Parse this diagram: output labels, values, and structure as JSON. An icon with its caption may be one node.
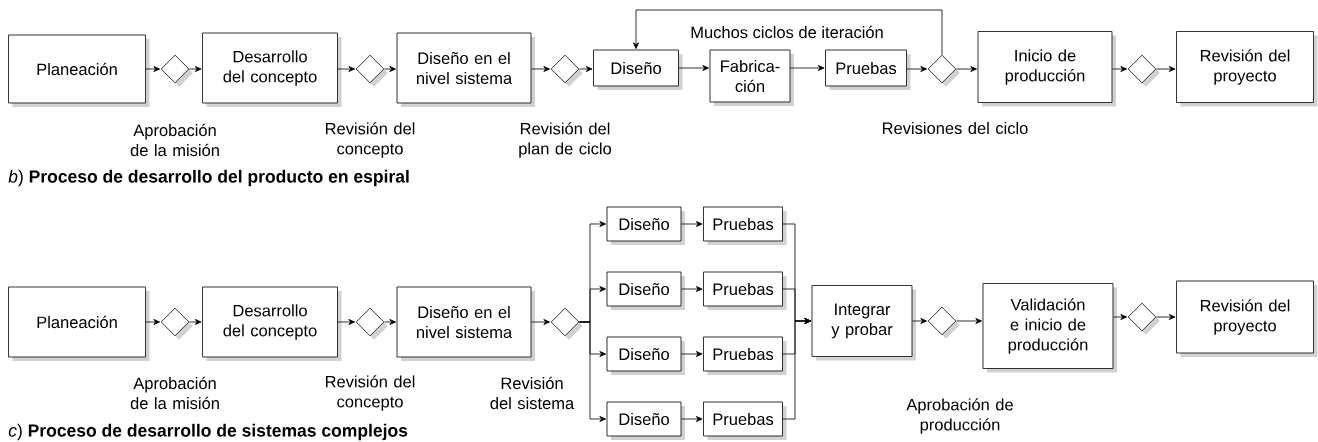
{
  "diagram": {
    "nodes": [
      {
        "text": [
          "Planeación"
        ]
      },
      {
        "text": [],
        "shape": "diamond"
      },
      {
        "text": [
          "Desarrollo del concepto"
        ]
      },
      {
        "text": [],
        "shape": "diamond"
      },
      {
        "text": [
          "Diseño en el nivel sistema"
        ]
      },
      {
        "text": [],
        "shape": "diamond"
      },
      {
        "text": [
          "Diseño"
        ]
      },
      {
        "text": [
          "Fabrica- ción"
        ]
      },
      {
        "text": [
          "Pruebas"
        ]
      },
      {
        "text": [],
        "shape": "diamond"
      },
      {
        "text": [
          "Inicio de producción"
        ]
      },
      {
        "text": [],
        "shape": "diamond"
      },
      {
        "text": [
          "Revisión del proyecto"
        ]
      },
      {
        "text": [
          "Planeación"
        ]
      },
      {
        "text": [],
        "shape": "diamond"
      },
      {
        "text": [
          "Desarrollo del concepto"
        ]
      },
      {
        "text": [],
        "shape": "diamond"
      },
      {
        "text": [
          "Diseño en el nivel sistema"
        ]
      },
      {
        "text": [],
        "shape": "diamond"
      },
      {
        "text": [
          "Diseño"
        ]
      },
      {
        "text": [
          "Pruebas"
        ]
      },
      {
        "text": [
          "Diseño"
        ]
      },
      {
        "text": [
          "Pruebas"
        ]
      },
      {
        "text": [
          "Diseño"
        ]
      },
      {
        "text": [
          "Pruebas"
        ]
      },
      {
        "text": [
          "Diseño"
        ]
      },
      {
        "text": [
          "Pruebas"
        ]
      },
      {
        "text": [
          "Integrar y probar"
        ]
      },
      {
        "text": [],
        "shape": "diamond"
      },
      {
        "text": [
          "Validación e inicio de producción"
        ]
      },
      {
        "text": [],
        "shape": "diamond"
      },
      {
        "text": [
          "Revisión del proyecto"
        ]
      }
    ],
    "edges": [
      {
        "from": 0,
        "to": 1,
        "arrow": "to"
      },
      {
        "from": 1,
        "to": 2,
        "arrow": "to"
      },
      {
        "from": 2,
        "to": 3,
        "arrow": "to"
      },
      {
        "from": 3,
        "to": 4,
        "arrow": "to"
      },
      {
        "from": 4,
        "to": 5,
        "arrow": "to"
      },
      {
        "from": 5,
        "to": 6,
        "arrow": "to"
      },
      {
        "from": 6,
        "to": 7,
        "arrow": "to"
      },
      {
        "from": 7,
        "to": 8,
        "arrow": "to"
      },
      {
        "from": 8,
        "to": 9,
        "arrow": "to"
      },
      {
        "from": 9,
        "to": 10,
        "arrow": "to"
      },
      {
        "from": 10,
        "to": 11,
        "arrow": "to"
      },
      {
        "from": 11,
        "to": 12,
        "arrow": "to"
      },
      {
        "from": 9,
        "to": 6,
        "arrow": "to",
        "label": "Muchos ciclos de iteración"
      },
      {
        "from": 13,
        "to": 14,
        "arrow": "to"
      },
      {
        "from": 14,
        "to": 15,
        "arrow": "to"
      },
      {
        "from": 15,
        "to": 16,
        "arrow": "to"
      },
      {
        "from": 16,
        "to": 17,
        "arrow": "to"
      },
      {
        "from": 17,
        "to": 18,
        "arrow": "to"
      },
      {
        "from": 18,
        "to": 19,
        "arrow": "to"
      },
      {
        "from": 18,
        "to": 21,
        "arrow": "to"
      },
      {
        "from": 18,
        "to": 23,
        "arrow": "to"
      },
      {
        "from": 18,
        "to": 25,
        "arrow": "to"
      },
      {
        "from": 19,
        "to": 20,
        "arrow": "to"
      },
      {
        "from": 21,
        "to": 22,
        "arrow": "to"
      },
      {
        "from": 23,
        "to": 24,
        "arrow": "to"
      },
      {
        "from": 25,
        "to": 26,
        "arrow": "to"
      },
      {
        "from": 20,
        "to": 27,
        "arrow": "to"
      },
      {
        "from": 22,
        "to": 27,
        "arrow": "to"
      },
      {
        "from": 24,
        "to": 27,
        "arrow": "to"
      },
      {
        "from": 26,
        "to": 27,
        "arrow": "to"
      },
      {
        "from": 27,
        "to": 28,
        "arrow": "to"
      },
      {
        "from": 28,
        "to": 29,
        "arrow": "to"
      },
      {
        "from": 29,
        "to": 30,
        "arrow": "to"
      },
      {
        "from": 30,
        "to": 31,
        "arrow": "to"
      }
    ],
    "labels": [
      "Aprobación de la misión",
      "Revisión del concepto",
      "Revisión del plan de ciclo",
      "Revisiones del ciclo",
      "*b*) **Proceso de desarrollo del producto en espiral**",
      "Aprobación de la misión",
      "Revisión del concepto",
      "Revisión del sistema",
      "Aprobación de producción",
      "*c*) **Proceso de desarrollo de sistemas complejos**"
    ]
  }
}
